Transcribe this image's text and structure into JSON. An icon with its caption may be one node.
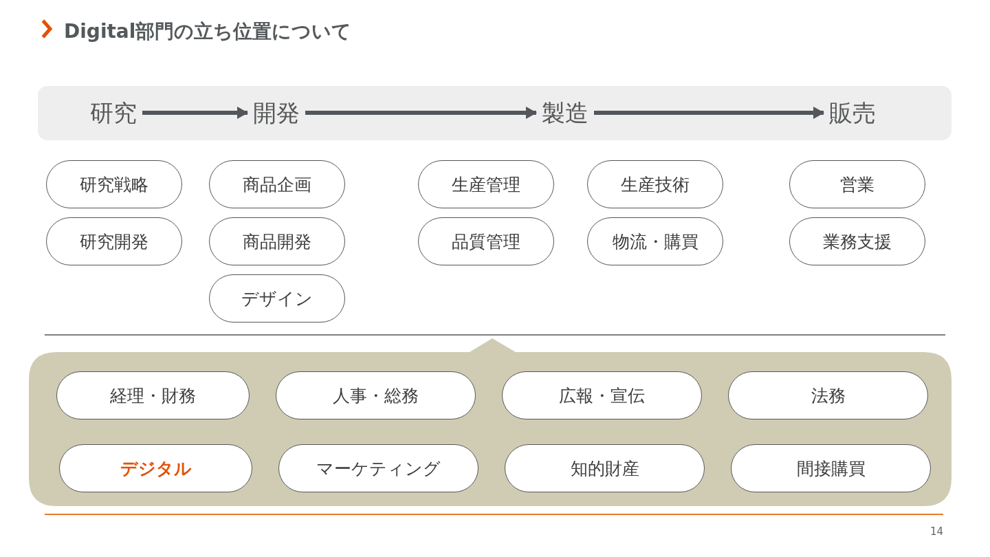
{
  "diagram": {
    "title": "Digital部門の立ち位置について",
    "nodes": [
      {
        "text": [],
        "shape": "box"
      },
      {
        "text": [
          "研究"
        ],
        "in": 0
      },
      {
        "text": [
          "開発"
        ],
        "in": 0
      },
      {
        "text": [
          "製造"
        ],
        "in": 0
      },
      {
        "text": [
          "販売"
        ],
        "in": 0
      },
      {
        "text": [
          "研究戦略"
        ]
      },
      {
        "text": [
          "商品企画"
        ]
      },
      {
        "text": [
          "生産管理"
        ]
      },
      {
        "text": [
          "生産技術"
        ]
      },
      {
        "text": [
          "営業"
        ]
      },
      {
        "text": [
          "研究開発"
        ]
      },
      {
        "text": [
          "商品開発"
        ]
      },
      {
        "text": [
          "品質管理"
        ]
      },
      {
        "text": [
          "物流・購買"
        ]
      },
      {
        "text": [
          "業務支援"
        ]
      },
      {
        "text": [
          "デザイン"
        ]
      },
      {
        "text": [],
        "shape": "box"
      },
      {
        "text": [
          "経理・財務"
        ],
        "in": 16
      },
      {
        "text": [
          "人事・総務"
        ],
        "in": 16
      },
      {
        "text": [
          "広報・宣伝"
        ],
        "in": 16
      },
      {
        "text": [
          "法務"
        ],
        "in": 16
      },
      {
        "text": [
          "デジタル"
        ],
        "in": 16
      },
      {
        "text": [
          "マーケティング"
        ],
        "in": 16
      },
      {
        "text": [
          "知的財産"
        ],
        "in": 16
      },
      {
        "text": [
          "間接購買"
        ],
        "in": 16
      }
    ],
    "edges": [
      {
        "from": 1,
        "to": 2,
        "arrow": "to"
      },
      {
        "from": 2,
        "to": 3,
        "arrow": "to"
      },
      {
        "from": 3,
        "to": 4,
        "arrow": "to"
      }
    ],
    "labels": [
      "14"
    ]
  }
}
